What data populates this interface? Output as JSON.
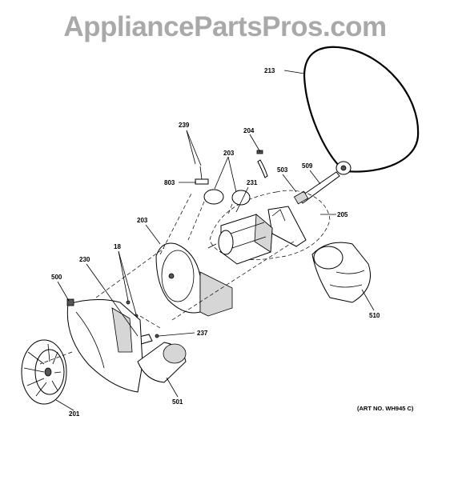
{
  "watermark": "AppliancePartsPros.com",
  "art_number": "(ART NO. WH945 C)",
  "callouts": {
    "c213": "213",
    "c239": "239",
    "c204": "204",
    "c203a": "203",
    "c803": "803",
    "c231": "231",
    "c503": "503",
    "c509": "509",
    "c205": "205",
    "c203b": "203",
    "c18": "18",
    "c230": "230",
    "c500": "500",
    "c237": "237",
    "c510": "510",
    "c501": "501",
    "c201": "201"
  }
}
